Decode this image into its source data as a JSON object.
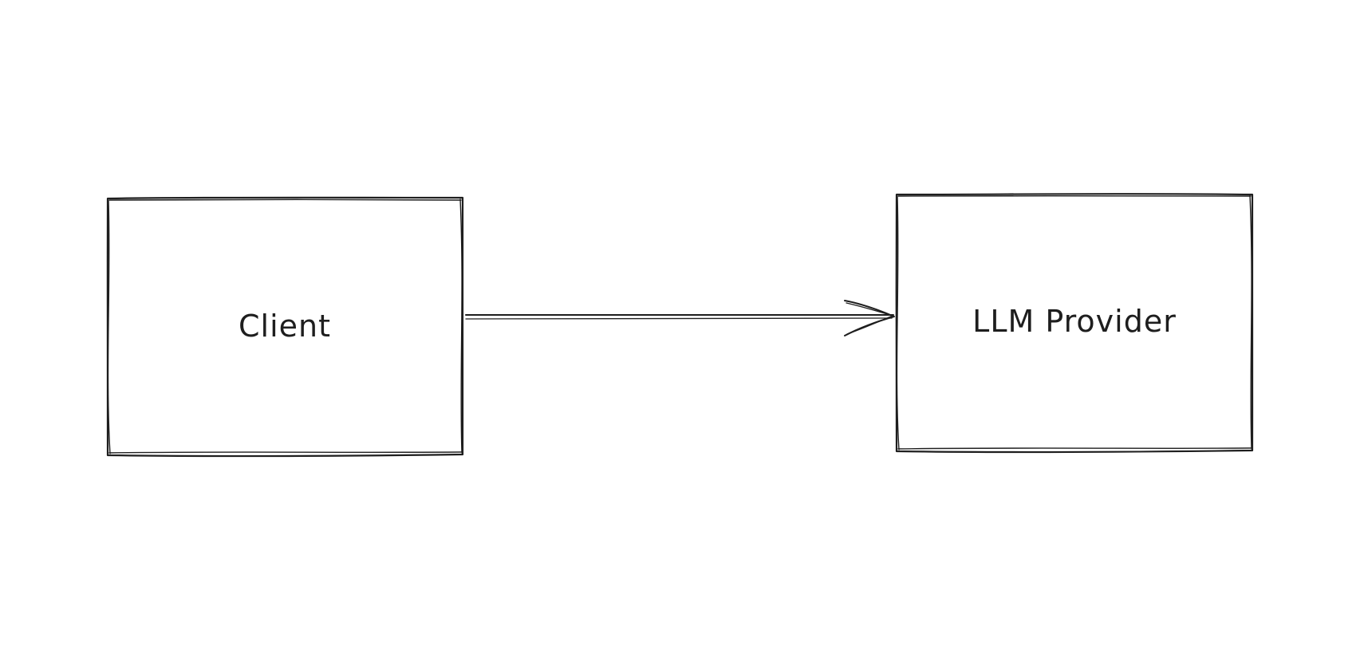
{
  "diagram": {
    "nodes": [
      {
        "id": "client",
        "label": "Client"
      },
      {
        "id": "llm-provider",
        "label": "LLM Provider"
      }
    ],
    "edges": [
      {
        "from": "client",
        "to": "llm-provider",
        "label": ""
      }
    ]
  },
  "colors": {
    "background": "#ffffff",
    "stroke": "#1e1e1e"
  }
}
